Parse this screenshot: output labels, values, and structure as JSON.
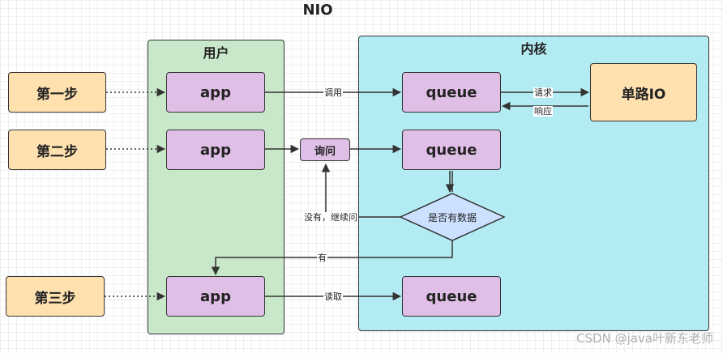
{
  "title": "NIO",
  "containers": {
    "user": "用户",
    "kernel": "内核"
  },
  "steps": [
    "第一步",
    "第二步",
    "第三步"
  ],
  "nodes": {
    "app": "app",
    "queue": "queue",
    "ask": "询问",
    "single_io": "单路IO",
    "decision": "是否有数据"
  },
  "edges": {
    "call": "调用",
    "request": "请求",
    "response": "响应",
    "no_data": "没有，继续问",
    "has_data": "有",
    "read": "读取"
  },
  "watermark": "CSDN @java叶新东老师"
}
